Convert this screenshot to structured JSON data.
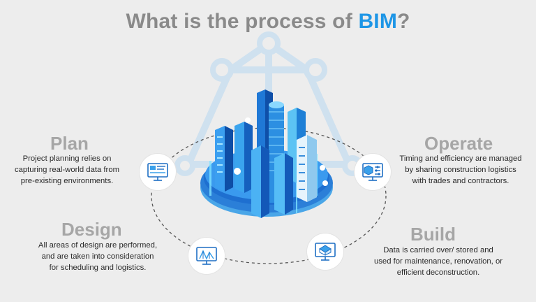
{
  "title": {
    "prefix": "What is the process of ",
    "accent": "BIM",
    "suffix": "?"
  },
  "colors": {
    "accent": "#1e96e6",
    "heading": "#a6a6a6",
    "title": "#8a8a8a",
    "background": "#ededed"
  },
  "stages": {
    "plan": {
      "title": "Plan",
      "description": [
        "Project planning relies on",
        "capturing real-world data from",
        "pre-existing environments."
      ],
      "icon": "dashboard-monitor-icon"
    },
    "design": {
      "title": "Design",
      "description": [
        "All areas of design are performed,",
        "and are taken into consideration",
        "for scheduling and logistics."
      ],
      "icon": "blueprint-monitor-icon"
    },
    "operate": {
      "title": "Operate",
      "description": [
        "Timing and efficiency are managed",
        "by sharing construction logistics",
        "with trades and contractors."
      ],
      "icon": "cube-settings-monitor-icon"
    },
    "build": {
      "title": "Build",
      "description": [
        "Data is carried over/ stored and",
        "used for maintenance, renovation, or",
        "efficient deconstruction."
      ],
      "icon": "house-monitor-icon"
    }
  }
}
